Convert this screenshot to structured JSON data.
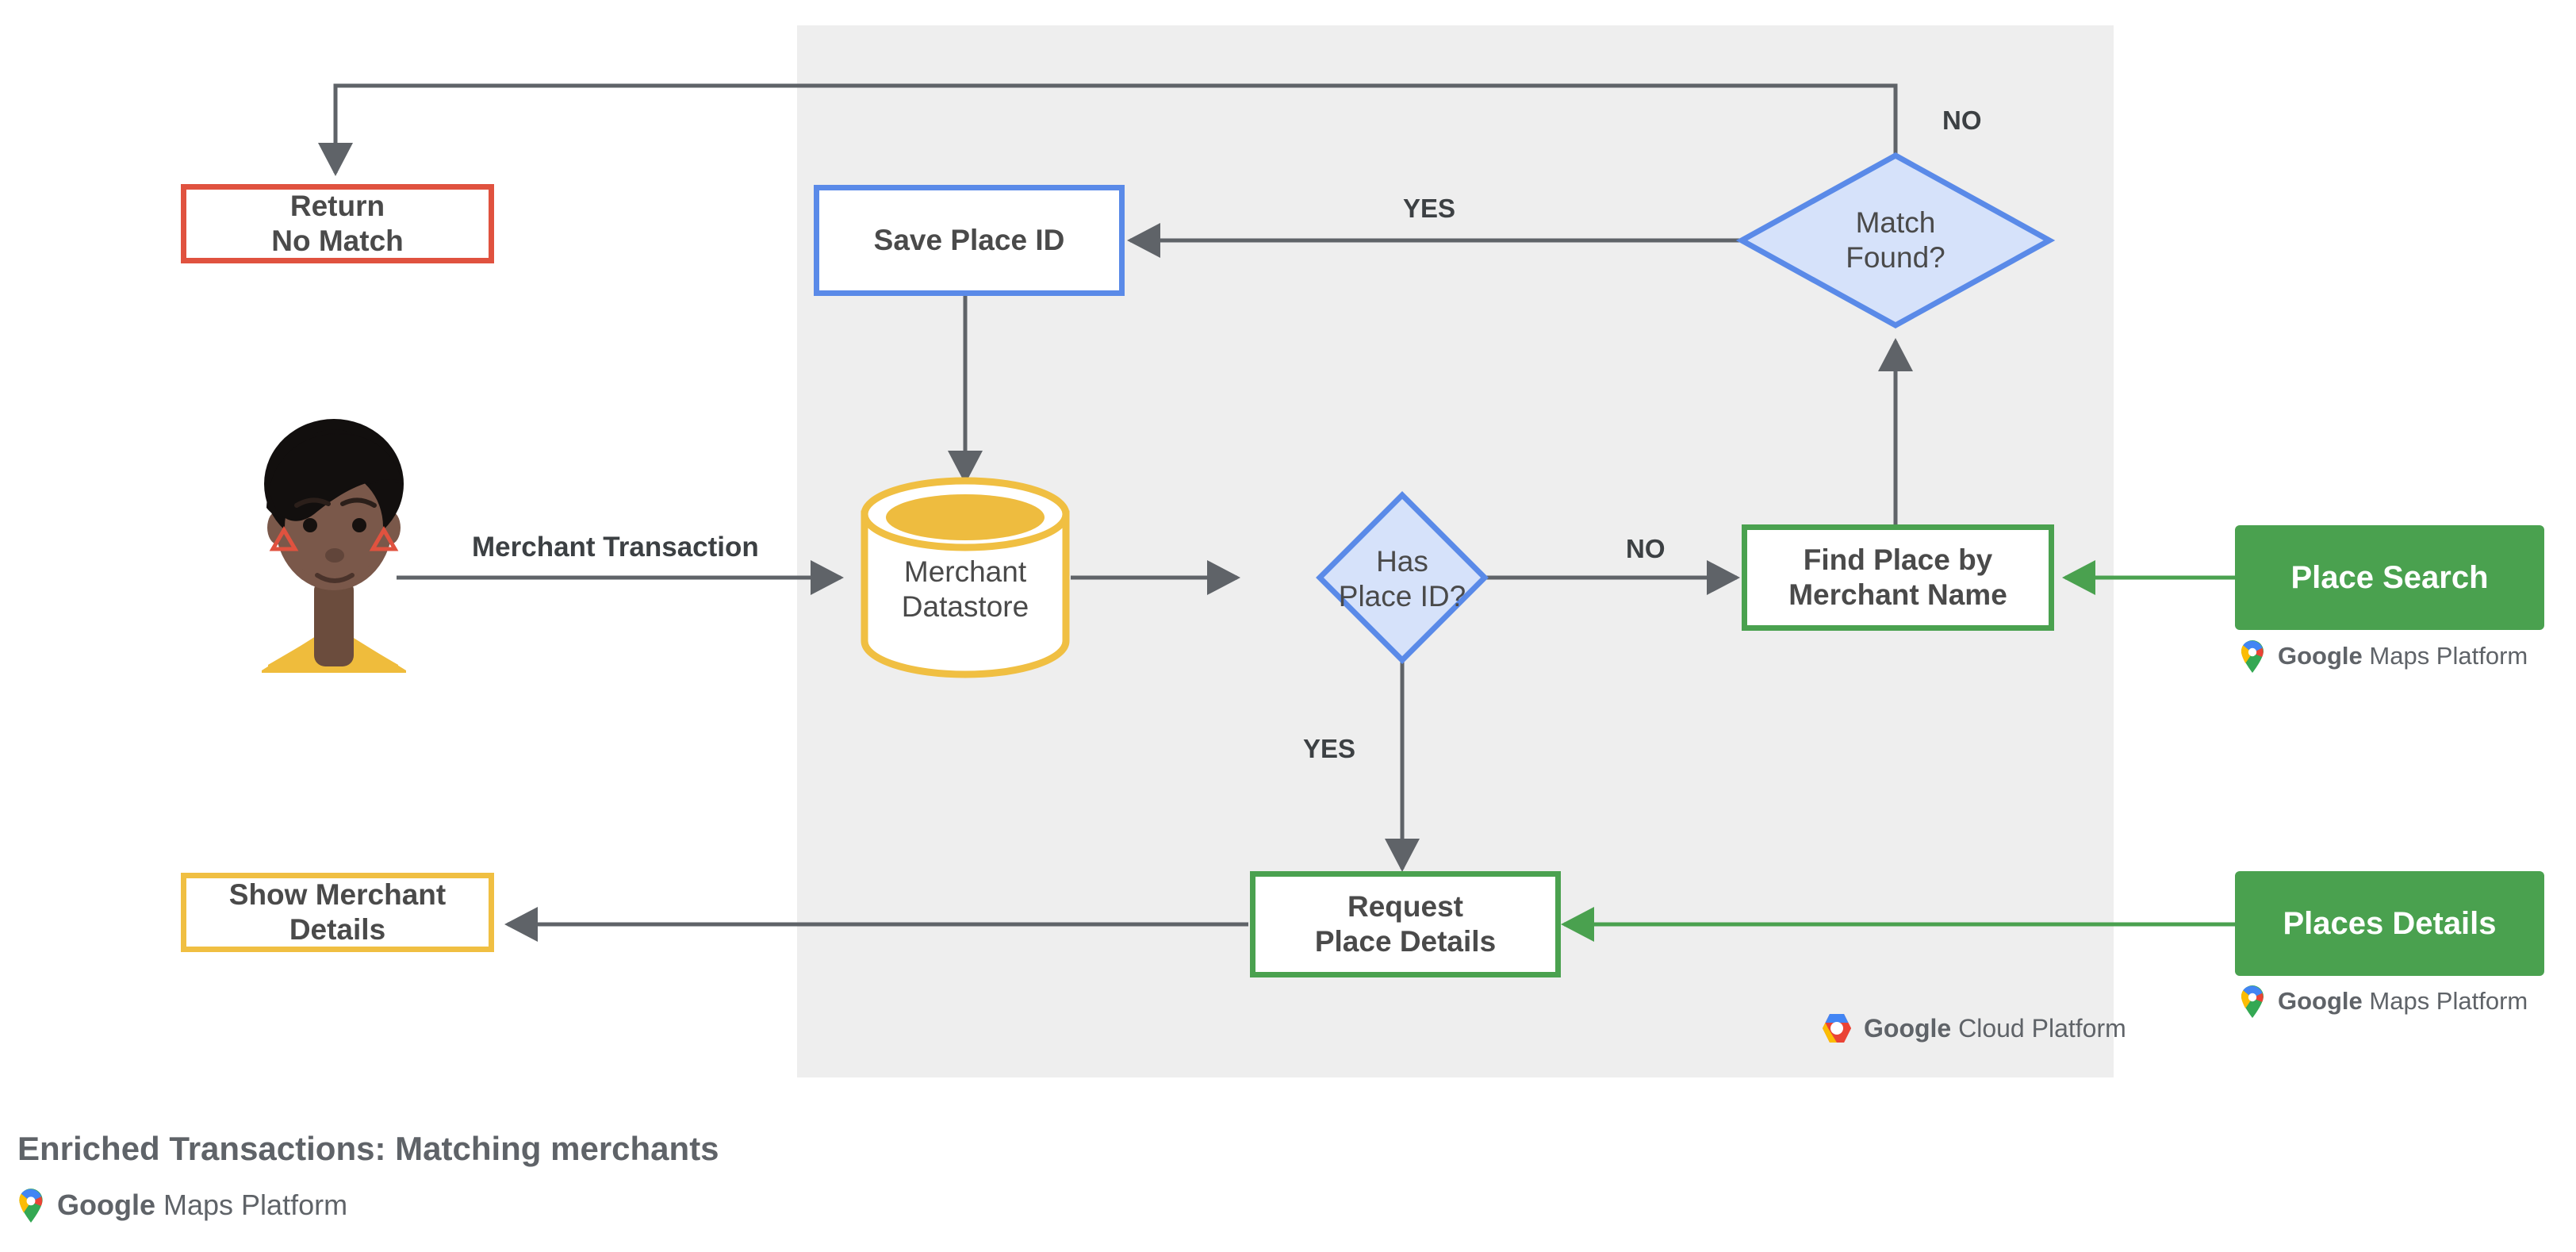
{
  "diagram": {
    "caption": "Enriched Transactions: Matching merchants",
    "platform_attribution": {
      "bold": "Google",
      "rest": " Maps Platform"
    },
    "cloud_attribution": {
      "bold": "Google",
      "rest": " Cloud Platform"
    },
    "panel_label": "Google Cloud Platform"
  },
  "nodes": {
    "return_no_match": {
      "label": "Return\nNo Match",
      "shape": "process",
      "border_color": "#e0523f"
    },
    "save_place_id": {
      "label": "Save Place ID",
      "shape": "process",
      "border_color": "#5a8ae8"
    },
    "match_found": {
      "label": "Match\nFound?",
      "shape": "decision",
      "border_color": "#5a8ae8",
      "fill": "#d6e2fa"
    },
    "merchant_datastore": {
      "label": "Merchant\nDatastore",
      "shape": "datastore",
      "border_color": "#f0bf42"
    },
    "has_place_id": {
      "label": "Has\nPlace ID?",
      "shape": "decision",
      "border_color": "#5a8ae8",
      "fill": "#d6e2fa"
    },
    "find_place": {
      "label": "Find Place by\nMerchant Name",
      "shape": "process",
      "border_color": "#4aa14f"
    },
    "request_place_details": {
      "label": "Request\nPlace Details",
      "shape": "process",
      "border_color": "#4aa14f"
    },
    "show_merchant_details": {
      "label": "Show Merchant\nDetails",
      "shape": "process",
      "border_color": "#f0bf42"
    },
    "actor": {
      "label": "merchant-user-avatar",
      "shape": "avatar"
    }
  },
  "api_cards": {
    "place_search": {
      "label": "Place Search",
      "color": "#4aa14f"
    },
    "places_details": {
      "label": "Places Details",
      "color": "#4aa14f"
    }
  },
  "edges": {
    "merchant_transaction": "Merchant Transaction",
    "has_place_id_no": "NO",
    "has_place_id_yes": "YES",
    "match_found_yes": "YES",
    "match_found_no": "NO"
  },
  "colors": {
    "panel_bg": "#eeeeee",
    "arrow": "#5f6368",
    "green": "#4aa14f",
    "blue": "#5a8ae8",
    "blue_fill": "#d6e2fa",
    "amber": "#f0bf42",
    "red": "#e0523f",
    "text": "#4a4a4a"
  }
}
